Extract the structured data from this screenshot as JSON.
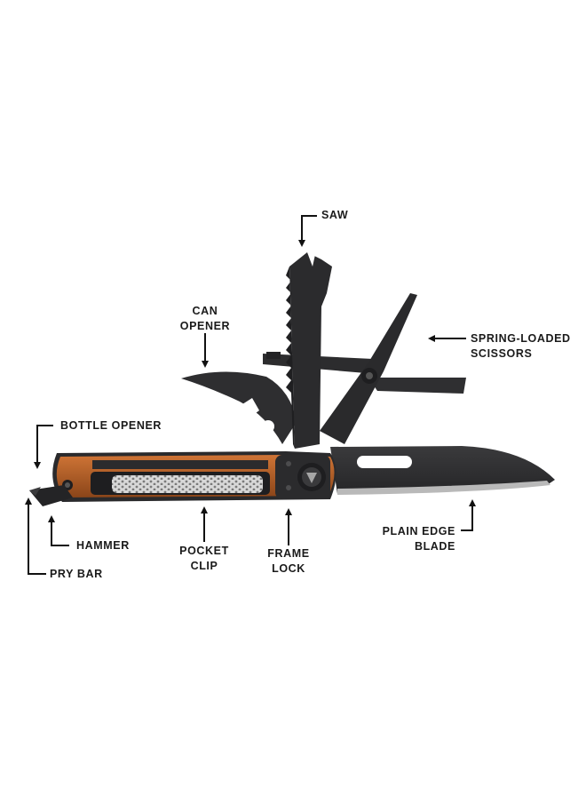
{
  "labels": {
    "saw": "SAW",
    "can_opener": [
      "CAN",
      "OPENER"
    ],
    "spring_loaded_scissors": [
      "SPRING-LOADED",
      "SCISSORS"
    ],
    "bottle_opener": "BOTTLE OPENER",
    "hammer": "HAMMER",
    "pocket_clip": [
      "POCKET",
      "CLIP"
    ],
    "frame_lock": [
      "FRAME",
      "LOCK"
    ],
    "plain_edge_blade": [
      "PLAIN EDGE",
      "BLADE"
    ],
    "pry_bar": "PRY BAR"
  },
  "colors": {
    "tool_steel": "#2f2f31",
    "tool_steel_dark": "#1c1c1e",
    "handle_orange": "#b8622a",
    "handle_orange_dark": "#7e3f17",
    "blade_edge": "#b9b9b9",
    "annotation": "#111111"
  }
}
